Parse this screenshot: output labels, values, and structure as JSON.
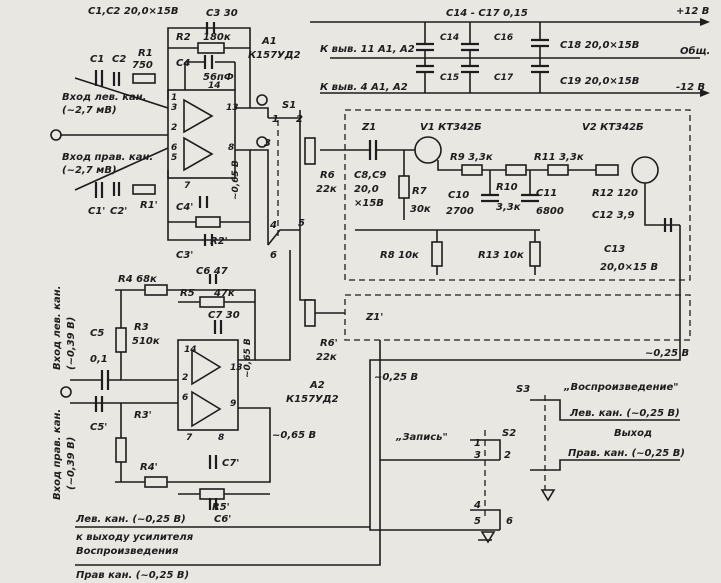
{
  "labels": {
    "c1c2_top": "С1,С2 20,0×15В",
    "c3": "С3 30",
    "r2": "R2",
    "r2_val": "180к",
    "c4": "С4",
    "c4_val": "56пФ",
    "a1": "А1",
    "a1_type": "К157УД2",
    "c1": "С1",
    "c2": "С2",
    "r1": "R1",
    "r1_val": "750",
    "in_left_1": "Вход лев. кан.",
    "in_left_2": "(~2,7 мВ)",
    "in_right_1": "Вход прав. кан.",
    "in_right_2": "(~2,7 мВ)",
    "c1p": "С1'",
    "c2p": "С2'",
    "r1p": "R1'",
    "c4p": "С4'",
    "r2p": "R2'",
    "c3p": "С3'",
    "v065a": "~0,65 В",
    "s1": "S1",
    "c14c17": "С14 - С17 0,15",
    "plus12": "+12 В",
    "to_pin11": "К выв. 11  А1, А2",
    "to_pin4": "К выв. 4  А1, А2",
    "c14": "С14",
    "c15": "С15",
    "c16": "С16",
    "c17": "С17",
    "c18": "С18  20,0×15В",
    "c19": "С19  20,0×15В",
    "common": "Общ.",
    "minus12": "-12 В",
    "z1": "Z1",
    "v1": "V1  КТ342Б",
    "v2": "V2  КТ342Б",
    "r6": "R6",
    "r6_val": "22к",
    "c8c9_1": "С8,С9",
    "c8c9_2": "20,0",
    "c8c9_3": "×15В",
    "r7": "R7",
    "r7_val": "30к",
    "r9": "R9  3,3к",
    "r10": "R10",
    "r10_val": "3,3к",
    "r11": "R11  3,3к",
    "c10": "С10",
    "c10_val": "2700",
    "c11": "С11",
    "c11_val": "6800",
    "r12": "R12  120",
    "c12": "С12  3,9",
    "r8": "R8  10к",
    "r13": "R13  10к",
    "c13_1": "С13",
    "c13_2": "20,0×15 В",
    "z1p": "Z1'",
    "r6p": "R6'",
    "r6p_val": "22к",
    "r4": "R4  68к",
    "c6": "С6  47",
    "r5": "R5",
    "r5_val": "47к",
    "r3": "R3",
    "r3_val": "510к",
    "c5": "С5",
    "c7": "С7  30",
    "v039a": "0,1",
    "c5p": "С5'",
    "r3p": "R3'",
    "r4p": "R4'",
    "c7p": "С7'",
    "r5p": "R5'",
    "c6p": "С6'",
    "v065b": "~0,65 В",
    "v065c": "~0,65 В",
    "a2": "А2",
    "a2_type": "К157УД2",
    "in_l2_1": "Вход лев. кан.",
    "in_l2_2": "(~0,39 В)",
    "in_r2_1": "Вход прав. кан.",
    "in_r2_2": "(~0,39 В)",
    "v025a": "~0,25 В",
    "v025b": "~0,25 В",
    "s3": "S3",
    "s3_name": "„Воспроизведение\"",
    "s2": "S2",
    "s2_name": "„Запись\"",
    "out_title": "Выход",
    "out_left": "Лев. кан. (~0,25 В)",
    "out_right": "Прав. кан. (~0,25 В)",
    "bottom_1": "Лев. кан. (~0,25 В)",
    "bottom_2": "к выходу усилителя",
    "bottom_3": "Воспроизведения",
    "bottom_4": "Прав кан. (~0,25 В)",
    "p1": "1",
    "p2": "2",
    "p3": "3",
    "p4": "4",
    "p5": "5",
    "p6": "6",
    "p7": "7",
    "p8": "8",
    "p9": "9",
    "p13": "13",
    "p14": "14",
    "sw1": "1",
    "sw2": "2",
    "sw3": "3",
    "sw4": "4",
    "sw5": "5",
    "sw6": "6"
  }
}
